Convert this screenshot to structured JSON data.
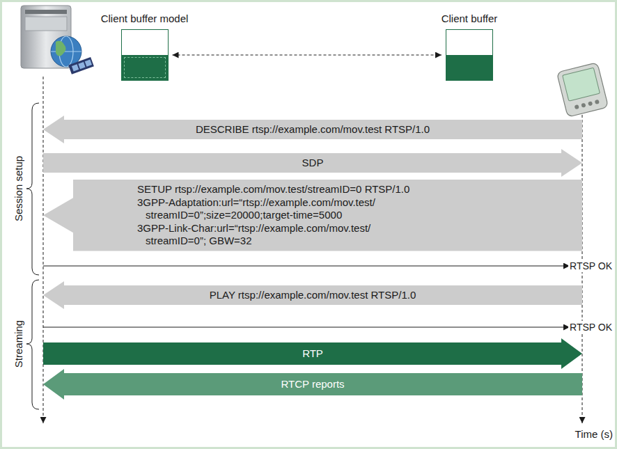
{
  "diagram": {
    "nodes": [
      {
        "text": [
          "Client buffer model"
        ]
      },
      {
        "text": [
          "Client buffer"
        ]
      },
      {
        "text": [
          "DESCRIBE rtsp://example.com/mov.test RTSP/1.0"
        ]
      },
      {
        "text": [
          "SDP"
        ]
      },
      {
        "text": [
          "SETUP rtsp://example.com/mov.test/streamID=0 RTSP/1.0",
          "3GPP-Adaptation:url=“rtsp://example.com/mov.test/ streamID=0”;size=20000;target-time=5000",
          "3GPP-Link-Char:url=“rtsp://example.com/mov.test/ streamID=0”; GBW=32"
        ]
      },
      {
        "text": [
          "PLAY rtsp://example.com/mov.test RTSP/1.0"
        ]
      },
      {
        "text": [
          "RTP"
        ]
      },
      {
        "text": [
          "RTCP reports"
        ]
      }
    ],
    "edges": [
      {
        "from": 0,
        "to": 1,
        "arrow": "both"
      }
    ],
    "labels": [
      "RTSP OK",
      "RTSP OK",
      "Session setup",
      "Streaming",
      "Time (s)"
    ]
  }
}
